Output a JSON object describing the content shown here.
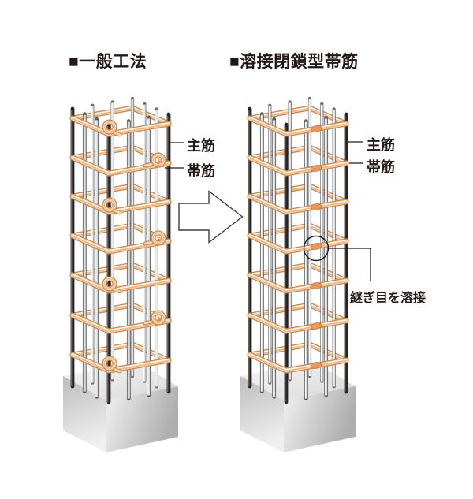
{
  "titles": {
    "left": "■一般工法",
    "right": "■溶接閉鎖型帯筋"
  },
  "labels": {
    "main_bar_left": "主筋",
    "hoop_left": "帯筋",
    "main_bar_right": "主筋",
    "hoop_right": "帯筋",
    "weld_joint": "継ぎ目を溶接"
  },
  "colors": {
    "text": "#231815",
    "leader_line": "#231815",
    "hoop_outline": "#c98a52",
    "hoop_fill": "#f7d9b4",
    "hoop_core": "#edb27c",
    "weld_bump": "#e8995c",
    "weld_bump_outline": "#c87137",
    "bar_edge": "#58595b",
    "bar_fill": "#d9dadb",
    "bar_back_edge": "#6a6b6d",
    "bar_back_fill": "#e2e3e4",
    "bar_highlight": "#ffffff",
    "corner_bar": "#2a2523",
    "block_top_light": "#f7f7f7",
    "block_top_dark": "#d8d8d8",
    "block_left_dark": "#bdbdbd",
    "block_left_light": "#efefef",
    "block_right_light": "#f2f2f2",
    "block_right_dark": "#aeaeae",
    "arrow_fill": "#ffffff",
    "arrow_stroke": "#3f3f3f"
  },
  "diagram": {
    "type": "before-after comparison of reinforced concrete column tie reinforcement",
    "arrow_direction": "left-to-right",
    "columns": [
      {
        "id": "conventional",
        "hoops": 7,
        "tie_style": "hooked-ends"
      },
      {
        "id": "welded-closed",
        "hoops": 7,
        "tie_style": "welded-closed",
        "weld_points_marked": true
      }
    ]
  }
}
